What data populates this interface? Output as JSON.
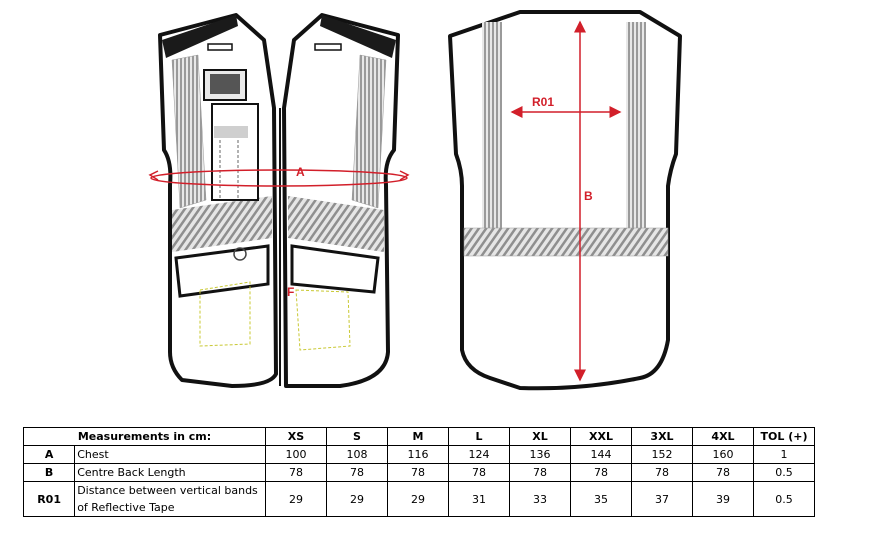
{
  "colors": {
    "outline": "#111111",
    "reflective": "#bdbdbd",
    "dimension": "#d21f2a",
    "pocket_dash": "#c8c832"
  },
  "drawing": {
    "label_a": "A",
    "label_b": "B",
    "label_f": "F",
    "label_r01": "R01"
  },
  "table": {
    "header_label": "Measurements in cm:",
    "sizes": [
      "XS",
      "S",
      "M",
      "L",
      "XL",
      "XXL",
      "3XL",
      "4XL"
    ],
    "tol_label": "TOL (+)",
    "rows": [
      {
        "code": "A",
        "desc": "Chest",
        "values": [
          "100",
          "108",
          "116",
          "124",
          "136",
          "144",
          "152",
          "160"
        ],
        "tol": "1"
      },
      {
        "code": "B",
        "desc": "Centre Back Length",
        "values": [
          "78",
          "78",
          "78",
          "78",
          "78",
          "78",
          "78",
          "78"
        ],
        "tol": "0.5"
      },
      {
        "code": "R01",
        "desc": "Distance between vertical bands of Reflective Tape",
        "values": [
          "29",
          "29",
          "29",
          "31",
          "33",
          "35",
          "37",
          "39"
        ],
        "tol": "0.5"
      }
    ]
  }
}
